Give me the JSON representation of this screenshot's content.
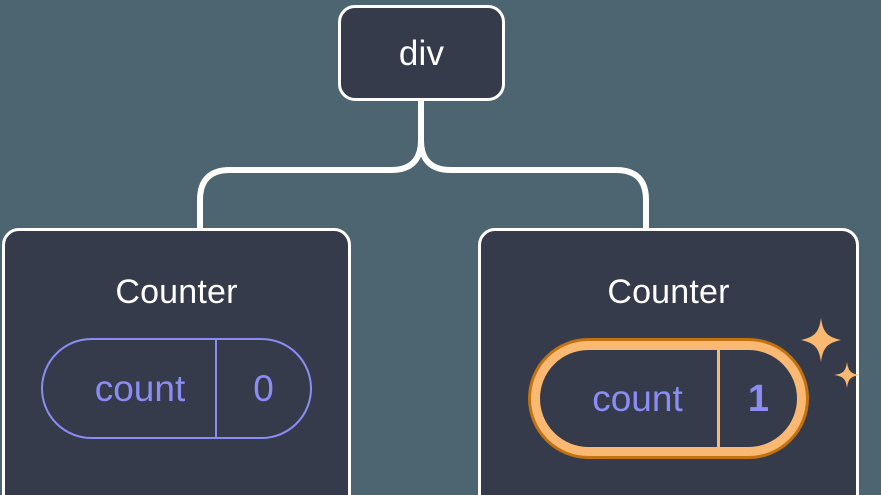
{
  "diagram": {
    "type": "component-tree",
    "background_color": "#4c6570",
    "node_fill": "#353b4a",
    "node_border": "#ffffff",
    "accent_purple": "#8b8df4",
    "highlight_orange_light": "#f9b972",
    "highlight_orange_dark": "#c3720f",
    "root": {
      "label": "div"
    },
    "children": [
      {
        "title": "Counter",
        "state": {
          "key": "count",
          "value": "0"
        },
        "highlighted": false
      },
      {
        "title": "Counter",
        "state": {
          "key": "count",
          "value": "1"
        },
        "highlighted": true,
        "sparkle_icons": [
          "sparkle-large",
          "sparkle-small"
        ]
      }
    ]
  }
}
